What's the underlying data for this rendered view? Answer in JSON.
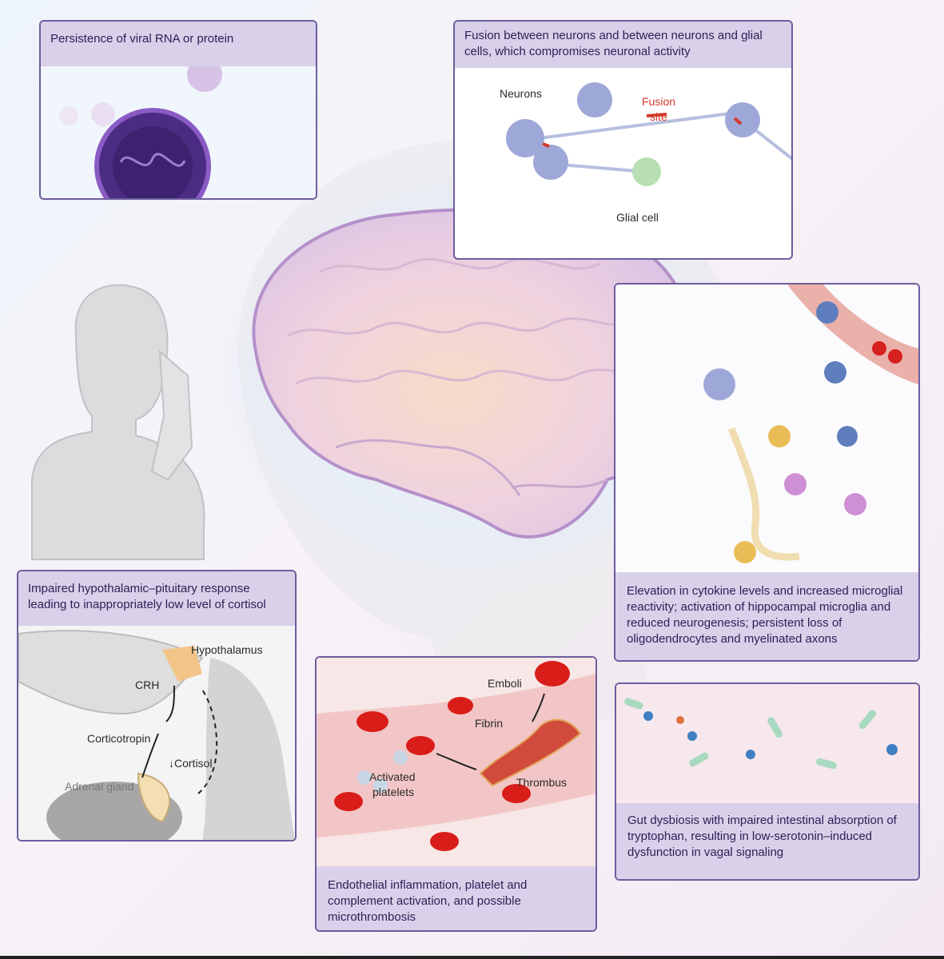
{
  "panels": {
    "viral": {
      "caption": "Persistence of viral RNA or protein"
    },
    "fusion": {
      "caption": "Fusion between neurons and between neurons and glial cells, which compromises neuronal activity",
      "labels": {
        "neurons": "Neurons",
        "fusion_site_1": "Fusion",
        "fusion_site_2": "site",
        "glial": "Glial cell"
      }
    },
    "cytokine": {
      "caption": "Elevation in cytokine levels and increased microglial reactivity; activation of hippocampal microglia and reduced neurogenesis; persistent loss of oligodendrocytes and myelinated axons"
    },
    "hpa": {
      "caption": "Impaired hypothalamic–pituitary response leading to inappropriately low level of cortisol",
      "labels": {
        "hypothalamus": "Hypothalamus",
        "crh": "CRH",
        "corticotropin": "Corticotropin",
        "cortisol": "↓Cortisol",
        "adrenal": "Adrenal gland"
      }
    },
    "vascular": {
      "caption": "Endothelial inflammation, platelet and complement activation, and possible microthrombosis",
      "labels": {
        "emboli": "Emboli",
        "fibrin": "Fibrin",
        "activated_1": "Activated",
        "activated_2": "platelets",
        "thrombus": "Thrombus"
      }
    },
    "gut": {
      "caption": "Gut dysbiosis with impaired intestinal absorption of tryptophan, resulting in low-serotonin–induced dysfunction in vagal signaling"
    }
  },
  "colors": {
    "frame": "#6d5d9e",
    "caption_bg": "#d9d0ea",
    "fusion_red": "#d23a2a"
  }
}
